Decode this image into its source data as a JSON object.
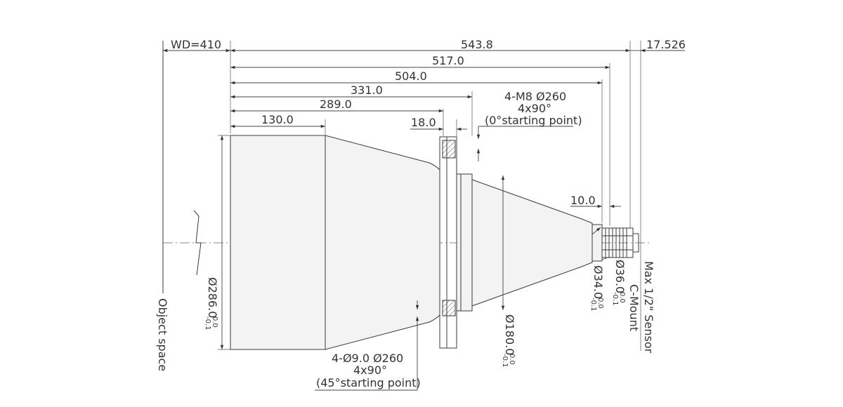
{
  "drawing": {
    "wd": "WD=410",
    "total_length": "543.8",
    "sensor_offset": "17.526",
    "d517": "517.0",
    "d504": "504.0",
    "d331": "331.0",
    "d289": "289.0",
    "d130": "130.0",
    "d18": "18.0",
    "d10": "10.0",
    "thread_note": [
      "4-M8 Ø260",
      "4x90°",
      "(0°starting point)"
    ],
    "hole_note": [
      "4-Ø9.0  Ø260",
      "4x90°",
      "(45°starting point)"
    ],
    "dia286": "Ø286.0",
    "dia180": "Ø180.0",
    "dia36": "Ø36.0",
    "dia34": "Ø34.0",
    "tol_upper": "0.0",
    "tol_lower": "-0.1",
    "object_space": "Object space",
    "c_mount": "C-Mount",
    "sensor": "Max 1/2\" Sensor"
  }
}
